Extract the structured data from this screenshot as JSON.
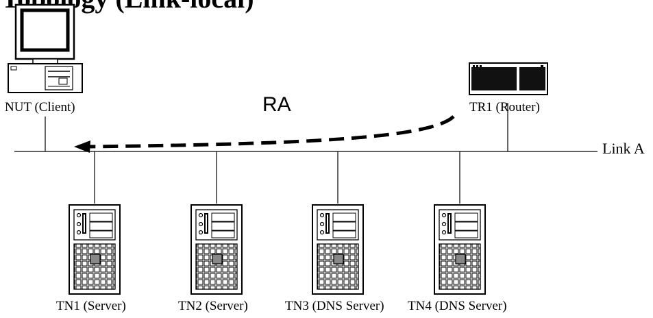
{
  "title": "Topology (Link-local)",
  "message": "RA",
  "link": {
    "label": "Link A"
  },
  "nodes": {
    "nut": {
      "label": "NUT (Client)"
    },
    "tr1": {
      "label": "TR1 (Router)"
    },
    "tn1": {
      "label": "TN1 (Server)"
    },
    "tn2": {
      "label": "TN2 (Server)"
    },
    "tn3": {
      "label": "TN3 (DNS Server)"
    },
    "tn4": {
      "label": "TN4 (DNS Server)"
    }
  },
  "icons": {
    "nut": "desktop-computer-icon",
    "tr1": "router-icon",
    "servers": "tower-server-icon"
  }
}
